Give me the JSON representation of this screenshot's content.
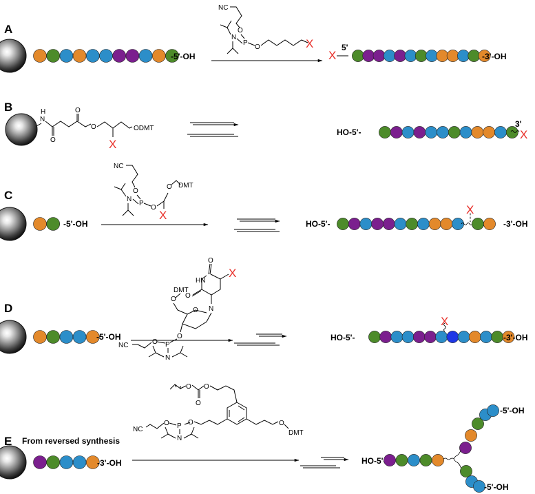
{
  "colors": {
    "orange": "#e3892b",
    "green": "#4d8b2a",
    "teal": "#2c8ec9",
    "purple": "#7b1f8e",
    "blue": "#1e37e6",
    "x_red": "#e8302a"
  },
  "icons": {
    "bead": "gray-sphere-solid-support"
  },
  "labels": {
    "five_oh": "-5'-OH",
    "three_oh": "-3'-OH",
    "ho_five": "HO-5'-",
    "five_prime": "5'",
    "three_prime": "3'",
    "x": "X",
    "from_reversed": "From reversed synthesis"
  },
  "reagents": {
    "nc": "NC",
    "o": "O",
    "p": "P",
    "n": "N",
    "h": "H",
    "hn": "HN",
    "odmt": "ODMT",
    "dmt": "DMT"
  },
  "panels": [
    {
      "letter": "A",
      "start_beads": [
        "orange",
        "green",
        "teal",
        "orange",
        "teal",
        "teal",
        "purple",
        "purple",
        "teal",
        "orange",
        "green"
      ],
      "start_label": "-5'-OH",
      "product_beads": [
        "green",
        "purple",
        "purple",
        "teal",
        "purple",
        "teal",
        "green",
        "teal",
        "orange",
        "orange",
        "teal",
        "green",
        "orange"
      ],
      "product_left": "5'",
      "product_right": "-3'-OH"
    },
    {
      "letter": "B",
      "start_label": "ODMT",
      "product_left": "HO-5'-",
      "product_beads": [
        "green",
        "purple",
        "teal",
        "purple",
        "teal",
        "teal",
        "green",
        "teal",
        "orange",
        "orange",
        "teal",
        "green"
      ],
      "product_right": "3'"
    },
    {
      "letter": "C",
      "start_beads": [
        "orange",
        "green"
      ],
      "start_label": "-5'-OH",
      "product_left": "HO-5'-",
      "product_beads_a": [
        "green",
        "purple",
        "teal",
        "purple",
        "purple",
        "teal",
        "green",
        "teal",
        "orange",
        "orange",
        "teal"
      ],
      "product_beads_b": [
        "green",
        "orange"
      ],
      "product_right": "-3'-OH"
    },
    {
      "letter": "D",
      "start_beads": [
        "orange",
        "green",
        "teal",
        "teal",
        "orange"
      ],
      "start_label": "-5'-OH",
      "product_left": "HO-5'-",
      "product_beads": [
        "green",
        "purple",
        "teal",
        "teal",
        "purple",
        "purple",
        "teal",
        "blue",
        "teal",
        "orange",
        "teal",
        "green",
        "orange"
      ],
      "product_right": "-3'-OH"
    },
    {
      "letter": "E",
      "caption": "From reversed synthesis",
      "start_beads": [
        "purple",
        "green",
        "teal",
        "teal",
        "orange"
      ],
      "start_label": "-3'-OH",
      "product_left": "HO-5'-",
      "product_beads": [
        "purple",
        "green",
        "teal",
        "green",
        "orange"
      ],
      "upper_branch": [
        "purple",
        "orange",
        "green",
        "teal",
        "teal"
      ],
      "lower_branch": [
        "green",
        "teal",
        "teal"
      ],
      "upper_end": "-5'-OH",
      "lower_end": "-5'-OH"
    }
  ]
}
